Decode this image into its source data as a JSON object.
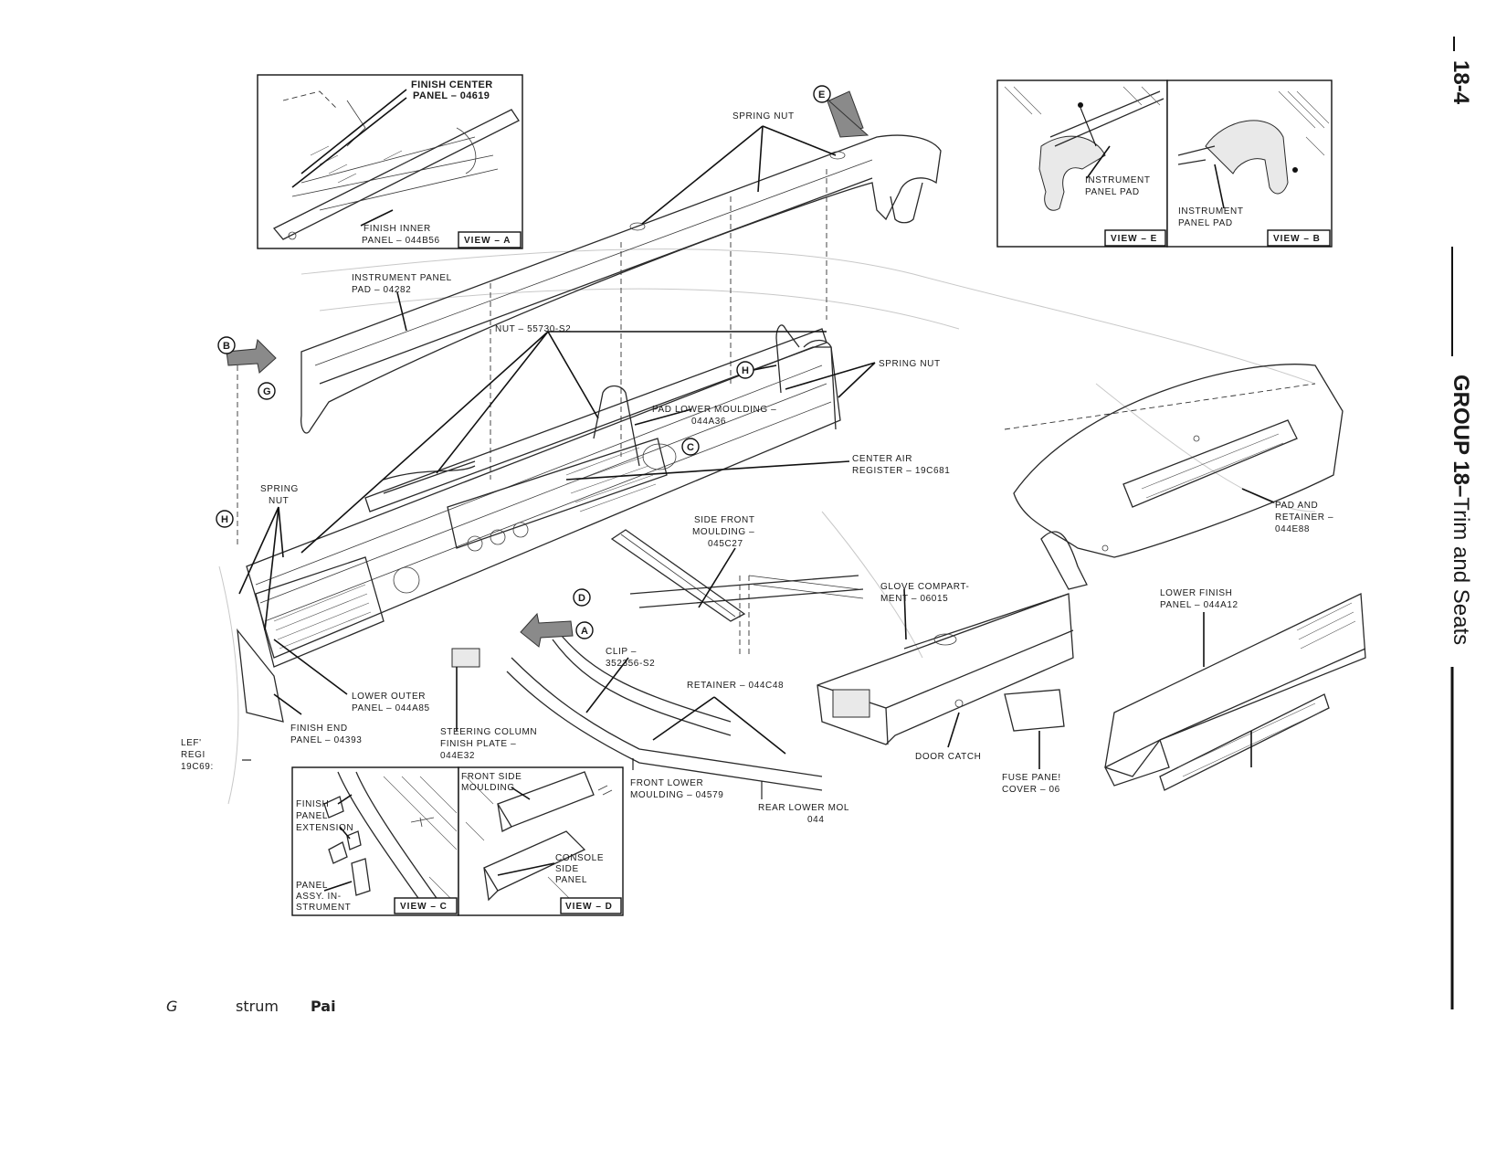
{
  "page": {
    "section_number": "18-4",
    "group_title_bold": "GROUP 18–",
    "group_title_rest": "Trim and Seats",
    "caption_parts": [
      "G",
      "strum",
      "Pai"
    ]
  },
  "views": {
    "a": {
      "box_label": "VIEW – A",
      "callout_top": [
        "FINISH CENTER",
        "PANEL – 04619"
      ],
      "callout_bottom": [
        "FINISH INNER",
        "PANEL – 044B56"
      ]
    },
    "e": {
      "box_label": "VIEW – E",
      "callout": [
        "INSTRUMENT",
        "PANEL PAD"
      ]
    },
    "b": {
      "box_label": "VIEW – B",
      "callout": [
        "INSTRUMENT",
        "PANEL PAD"
      ]
    },
    "c": {
      "box_label": "VIEW – C",
      "callout_top": [
        "FINISH",
        "PANEL",
        "EXTENSION"
      ],
      "callout_bottom": [
        "PANEL",
        "ASSY. IN-",
        "STRUMENT"
      ]
    },
    "d": {
      "box_label": "VIEW – D",
      "callout_top": [
        "FRONT SIDE",
        "MOULDING"
      ],
      "callout_bottom": [
        "CONSOLE",
        "SIDE",
        "PANEL"
      ]
    }
  },
  "labels": {
    "spring_nut_top": "SPRING NUT",
    "instrument_panel_pad": [
      "INSTRUMENT PANEL",
      "PAD – 04282"
    ],
    "nut": "NUT – 55730-S2",
    "spring_nut_right": "SPRING NUT",
    "pad_lower_moulding": [
      "PAD LOWER MOULDING –",
      "044A36"
    ],
    "center_air_register": [
      "CENTER AIR",
      "REGISTER – 19C681"
    ],
    "spring_nut_left": [
      "SPRING",
      "NUT"
    ],
    "side_front_moulding": [
      "SIDE FRONT",
      "MOULDING –",
      "045C27"
    ],
    "glove_compartment": [
      "GLOVE COMPART-",
      "MENT – 06015"
    ],
    "pad_and_retainer": [
      "PAD AND",
      "RETAINER –",
      "044E88"
    ],
    "lower_finish_panel": [
      "LOWER FINISH",
      "PANEL – 044A12"
    ],
    "clip": [
      "CLIP –",
      "352356-S2"
    ],
    "retainer": "RETAINER – 044C48",
    "lower_outer_panel": [
      "LOWER OUTER",
      "PANEL – 044A85"
    ],
    "finish_end_panel": [
      "FINISH END",
      "PANEL – 04393"
    ],
    "steering_column": [
      "STEERING COLUMN",
      "FINISH PLATE –",
      "044E32"
    ],
    "left_register": [
      "LEF'",
      "REGI",
      "19C69:"
    ],
    "door_catch": "DOOR CATCH",
    "fuse_panel_cover": [
      "FUSE PANE!",
      "COVER – 06"
    ],
    "front_lower_moulding": [
      "FRONT LOWER",
      "MOULDING – 04579"
    ],
    "rear_lower_moulding": [
      "REAR LOWER MOL",
      "044"
    ]
  },
  "view_markers": [
    "A",
    "B",
    "C",
    "D",
    "E",
    "G",
    "H"
  ]
}
